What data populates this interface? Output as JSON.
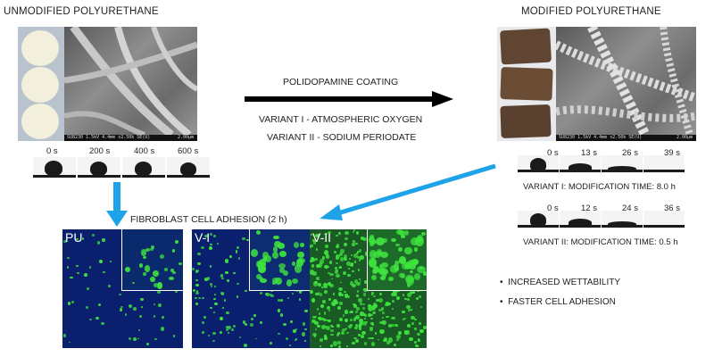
{
  "left": {
    "title": "UNMODIFIED POLYURETHANE",
    "sem_caption": "SU8230 1.5kV 4.4mm x2.50k SE(U)",
    "sem_scale": "2.00μm",
    "times": [
      "0 s",
      "200 s",
      "400 s",
      "600 s"
    ]
  },
  "right": {
    "title": "MODIFIED POLYURETHANE",
    "sem_caption": "SU8230 1.5kV 4.4mm x2.50k SE(U)",
    "sem_scale": "2.00μm",
    "variant1": {
      "times": [
        "0 s",
        "13 s",
        "26 s",
        "39 s"
      ],
      "label": "VARIANT I: MODIFICATION  TIME: 8.0 h"
    },
    "variant2": {
      "times": [
        "0 s",
        "12 s",
        "24 s",
        "36 s"
      ],
      "label": "VARIANT II: MODIFICATION  TIME: 0.5 h"
    },
    "bullets": [
      "INCREASED WETTABILITY",
      "FASTER CELL ADHESION"
    ]
  },
  "center": {
    "coating": "POLIDOPAMINE COATING",
    "variant1": "VARIANT I - ATMOSPHERIC OXYGEN",
    "variant2": "VARIANT II - SODIUM PERIODATE"
  },
  "adhesion": {
    "title": "FIBROBLAST CELL ADHESION (2 h)",
    "panels": [
      "PU",
      "V-I",
      "V-II"
    ]
  },
  "colors": {
    "arrow_blue": "#1fa3e8",
    "cell_green": "#3ee23e",
    "nuclei_blue": "#0a1f6e"
  }
}
